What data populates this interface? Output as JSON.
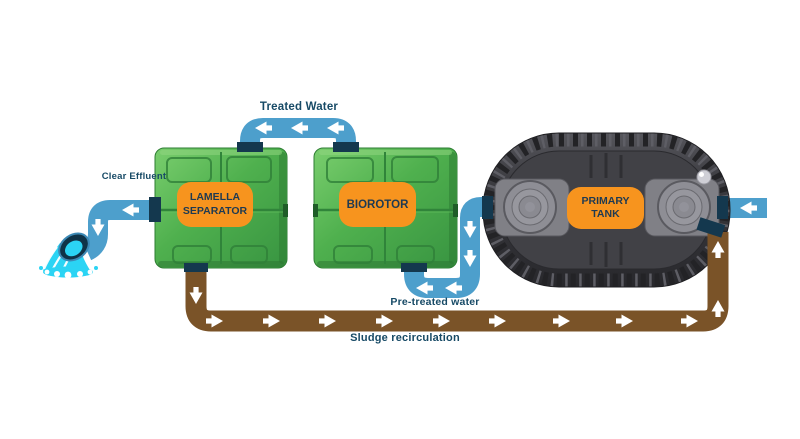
{
  "diagram": {
    "type": "process-flow",
    "subject": "wastewater treatment system",
    "flow_labels": {
      "treated_water": "Treated Water",
      "clear_effluent": "Clear Effluent",
      "pre_treated_water": "Pre-treated water",
      "sludge_recirculation": "Sludge recirculation"
    },
    "tanks": [
      {
        "id": "lamella-separator",
        "label": "LAMELLA SEPARATOR"
      },
      {
        "id": "biorotor",
        "label": "BIOROTOR"
      },
      {
        "id": "primary-tank",
        "label": "PRIMARY TANK"
      }
    ],
    "icons": [
      {
        "name": "water-outfall-icon",
        "meaning": "clear effluent discharge to environment"
      }
    ],
    "colors": {
      "water_pipe": "#4D9FCC",
      "pipe_connector": "#14384E",
      "sludge_pipe": "#7A5328",
      "tank_green": "#4FB04E",
      "tank_green_dark": "#2E7D33",
      "primary_tank_gray": "#3A3A3F",
      "label_background": "#F7941E",
      "label_text": "#1E3A52",
      "flow_label_text": "#174A66",
      "splash_water": "#2BD4F4",
      "arrow": "#FFFFFF"
    }
  }
}
